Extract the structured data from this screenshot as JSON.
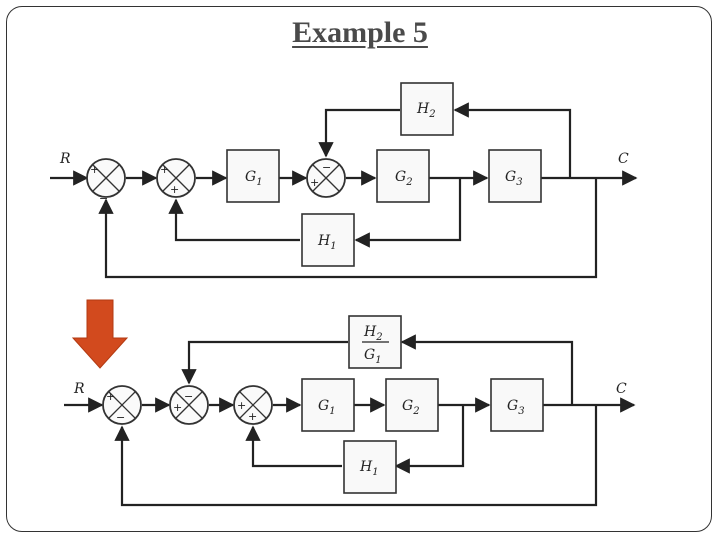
{
  "title": "Example 5",
  "colors": {
    "arrow": "#d24a1e",
    "line": "#222222",
    "title": "#4a4a4a"
  },
  "top": {
    "input": "R",
    "output": "C",
    "blocks": {
      "g1": {
        "main": "G",
        "sub": "1"
      },
      "g2": {
        "main": "G",
        "sub": "2"
      },
      "g3": {
        "main": "G",
        "sub": "3"
      },
      "h1": {
        "main": "H",
        "sub": "1"
      },
      "h2": {
        "main": "H",
        "sub": "2"
      }
    },
    "signs": {
      "s1_left": "+",
      "s1_bottom": "−",
      "s2_left": "+",
      "s2_bottom": "+",
      "s3_left": "+",
      "s3_top": "−"
    }
  },
  "bottom": {
    "input": "R",
    "output": "C",
    "blocks": {
      "g1": {
        "main": "G",
        "sub": "1"
      },
      "g2": {
        "main": "G",
        "sub": "2"
      },
      "g3": {
        "main": "G",
        "sub": "3"
      },
      "h1": {
        "main": "H",
        "sub": "1"
      },
      "h2g1": {
        "num_main": "H",
        "num_sub": "2",
        "den_main": "G",
        "den_sub": "1"
      }
    },
    "signs": {
      "s1_left": "+",
      "s1_bottom": "−",
      "s2_left": "+",
      "s2_top": "−",
      "s3_left": "+",
      "s3_bottom": "+"
    }
  }
}
